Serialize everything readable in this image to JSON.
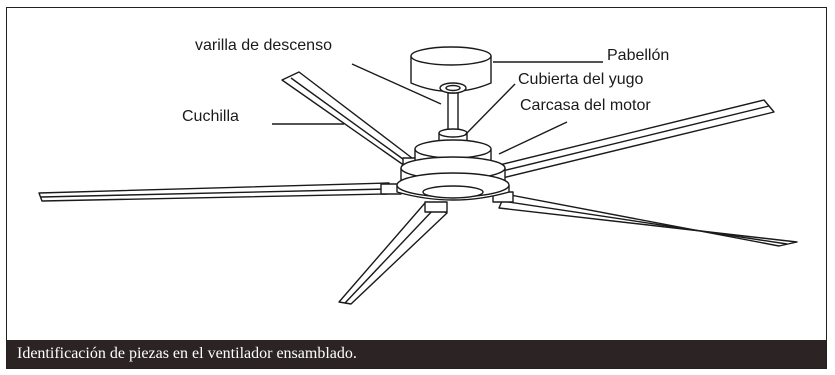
{
  "labels": {
    "downrod": "varilla de descenso",
    "canopy": "Pabellón",
    "yoke_cover": "Cubierta del yugo",
    "motor_housing": "Carcasa del motor",
    "blade": "Cuchilla"
  },
  "caption": "Identificación de piezas en el ventilador ensamblado.",
  "colors": {
    "line": "#1a1a1a",
    "caption_bg": "#2b2324",
    "caption_text": "#ffffff"
  }
}
